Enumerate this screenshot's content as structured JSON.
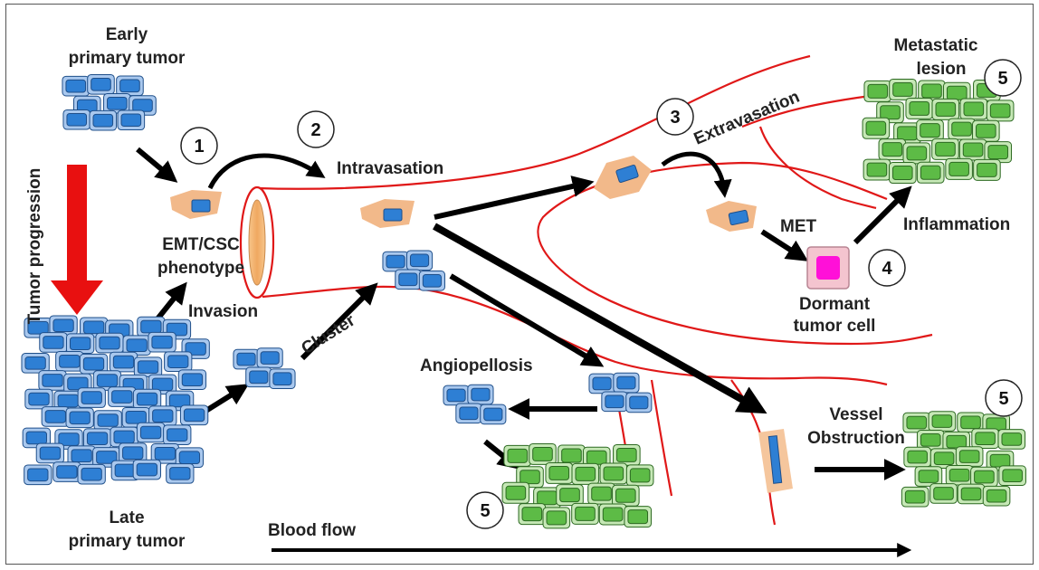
{
  "labels": {
    "early_tumor": [
      "Early",
      "primary tumor"
    ],
    "late_tumor": [
      "Late",
      "primary tumor"
    ],
    "tumor_progression": "Tumor progression",
    "emt": [
      "EMT/CSC",
      "phenotype"
    ],
    "invasion": "Invasion",
    "cluster": "Cluster",
    "intravasation": "Intravasation",
    "extravasation": "Extravasation",
    "met": "MET",
    "dormant": [
      "Dormant",
      "tumor cell"
    ],
    "metastatic_lesion": [
      "Metastatic",
      "lesion"
    ],
    "inflammation": "Inflammation",
    "angiopellosis": "Angiopellosis",
    "vessel_obstruction": [
      "Vessel",
      "Obstruction"
    ],
    "blood_flow": "Blood flow"
  },
  "steps": [
    "1",
    "2",
    "3",
    "4",
    "5",
    "5",
    "5"
  ],
  "colors": {
    "tumor_fill": "#2e7fd4",
    "tumor_halo": "#a9c8ee",
    "tumor_stroke": "#1f4f8a",
    "lesion_fill": "#5dbb46",
    "lesion_halo": "#c6e8b6",
    "lesion_stroke": "#2d6a22",
    "vessel": "#e01818",
    "progression_arrow": "#e81010",
    "emt_cell": "#f2b98a",
    "dormant_cell": "#ff10d8"
  }
}
